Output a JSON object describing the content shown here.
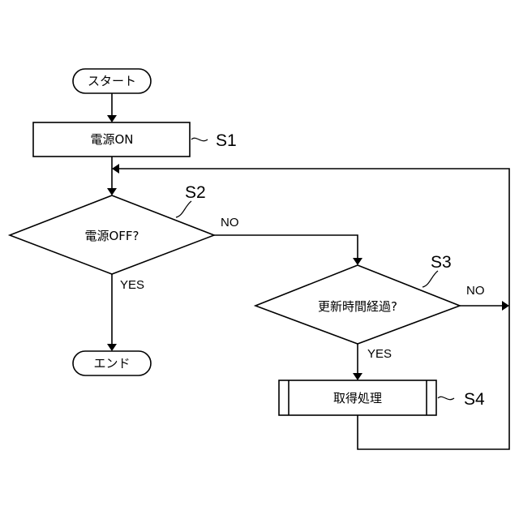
{
  "flowchart": {
    "start_label": "スタート",
    "s1_label": "電源ON",
    "s2_label": "電源OFF?",
    "s3_label": "更新時間経過?",
    "s4_label": "取得処理",
    "end_label": "エンド",
    "step_s1": "S1",
    "step_s2": "S2",
    "step_s3": "S3",
    "step_s4": "S4",
    "s2_no": "NO",
    "s2_yes": "YES",
    "s3_no": "NO",
    "s3_yes": "YES"
  }
}
